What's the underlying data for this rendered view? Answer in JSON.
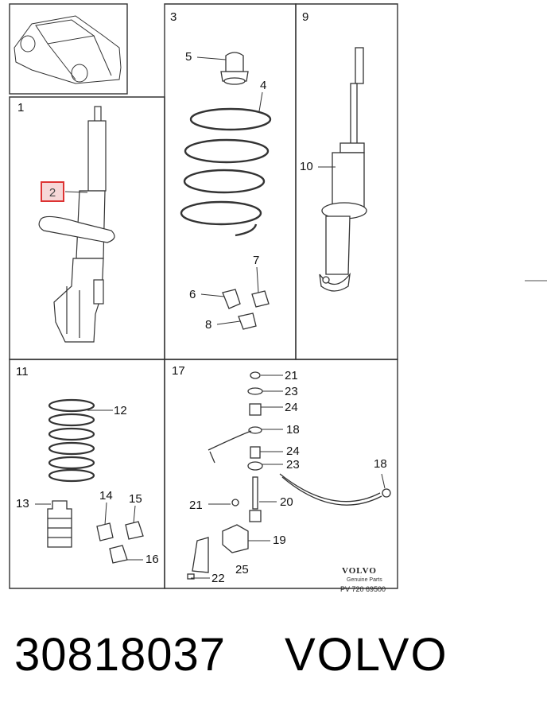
{
  "diagram": {
    "labels": {
      "l1": "1",
      "l2": "2",
      "l3": "3",
      "l4": "4",
      "l5": "5",
      "l6": "6",
      "l7": "7",
      "l8": "8",
      "l9": "9",
      "l10": "10",
      "l11": "11",
      "l12": "12",
      "l13": "13",
      "l14": "14",
      "l15": "15",
      "l16": "16",
      "l17": "17",
      "l18a": "18",
      "l18b": "18",
      "l19": "19",
      "l20": "20",
      "l21a": "21",
      "l21b": "21",
      "l22": "22",
      "l23a": "23",
      "l23b": "23",
      "l24a": "24",
      "l24b": "24",
      "l25": "25"
    },
    "brand": "VOLVO",
    "genuine_parts": "Genuine Parts",
    "reference": "PV 720 69500",
    "highlight_color": "#d33333"
  },
  "footer": {
    "part_number": "30818037",
    "make": "VOLVO"
  }
}
